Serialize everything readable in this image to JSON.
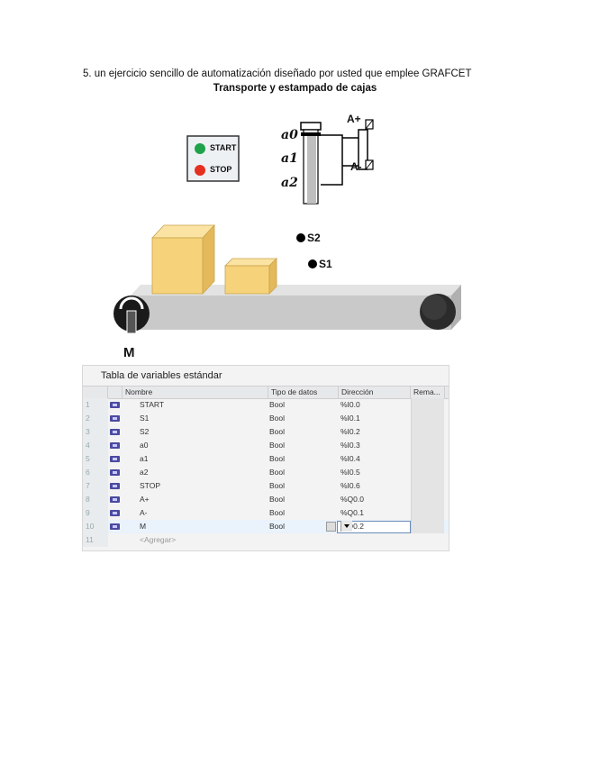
{
  "heading": "5. un ejercicio sencillo de automatización diseñado por usted que emplee GRAFCET",
  "subheading": "Transporte y estampado de cajas",
  "diagram": {
    "start_label": "START",
    "stop_label": "STOP",
    "a0": "a0",
    "a1": "a1",
    "a2": "a2",
    "a_plus": "A+",
    "a_minus": "A-",
    "s1": "S1",
    "s2": "S2",
    "motor": "M",
    "colors": {
      "start": "#1fa34a",
      "stop": "#e53020",
      "box": "#f6d27a",
      "belt": "#c9c9c9"
    }
  },
  "table": {
    "title": "Tabla de variables estándar",
    "columns": [
      "Nombre",
      "Tipo de datos",
      "Dirección",
      "Rema..."
    ],
    "rows": [
      {
        "num": "1",
        "name": "START",
        "type": "Bool",
        "addr": "%I0.0"
      },
      {
        "num": "2",
        "name": "S1",
        "type": "Bool",
        "addr": "%I0.1"
      },
      {
        "num": "3",
        "name": "S2",
        "type": "Bool",
        "addr": "%I0.2"
      },
      {
        "num": "4",
        "name": "a0",
        "type": "Bool",
        "addr": "%I0.3"
      },
      {
        "num": "5",
        "name": "a1",
        "type": "Bool",
        "addr": "%I0.4"
      },
      {
        "num": "6",
        "name": "a2",
        "type": "Bool",
        "addr": "%I0.5"
      },
      {
        "num": "7",
        "name": "STOP",
        "type": "Bool",
        "addr": "%I0.6"
      },
      {
        "num": "8",
        "name": "A+",
        "type": "Bool",
        "addr": "%Q0.0"
      },
      {
        "num": "9",
        "name": "A-",
        "type": "Bool",
        "addr": "%Q0.1"
      },
      {
        "num": "10",
        "name": "M",
        "type": "Bool",
        "addr": "%Q0.2"
      }
    ],
    "add_row": {
      "num": "11",
      "placeholder": "<Agregar>"
    }
  }
}
